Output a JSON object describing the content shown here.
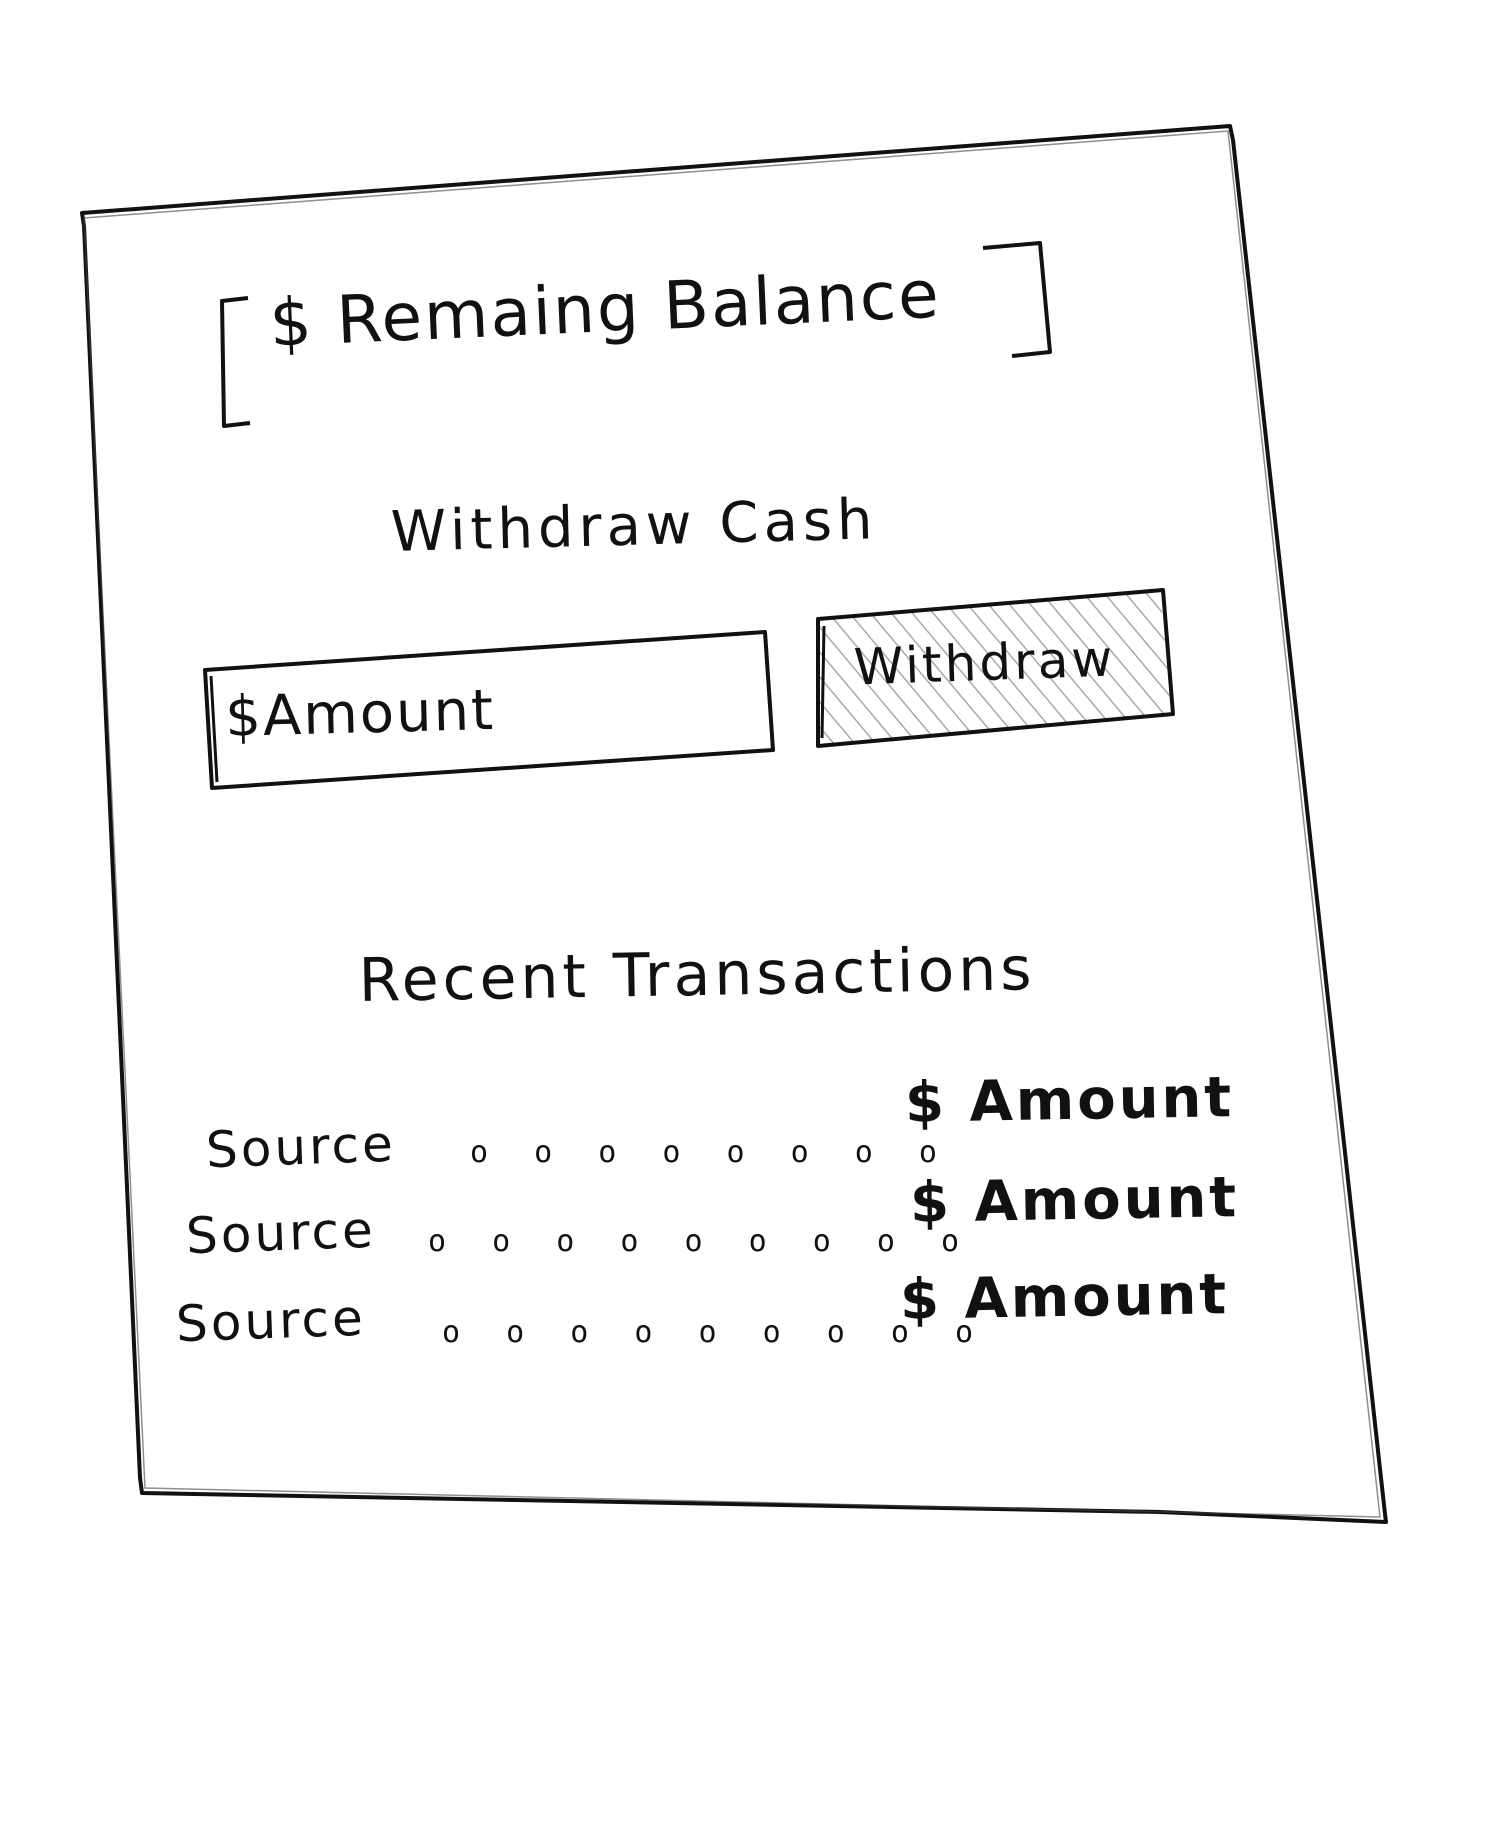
{
  "header": {
    "balance_open_bracket": "[",
    "balance_label": "$ Remaing Balance",
    "balance_close_bracket": "]"
  },
  "withdraw": {
    "heading": "Withdraw Cash",
    "amount_placeholder": "$Amount",
    "button_label": "Withdraw"
  },
  "transactions": {
    "heading": "Recent Transactions",
    "items": [
      {
        "source": "Source",
        "leader": "o o o o o o o o",
        "amount": "$ Amount"
      },
      {
        "source": "Source",
        "leader": "o o o o o o o o o",
        "amount": "$ Amount"
      },
      {
        "source": "Source",
        "leader": "o o o o o o o o o",
        "amount": "$ Amount"
      }
    ]
  },
  "colors": {
    "ink": "#111111",
    "paper": "#ffffff",
    "hatch": "#9a9a9a"
  }
}
